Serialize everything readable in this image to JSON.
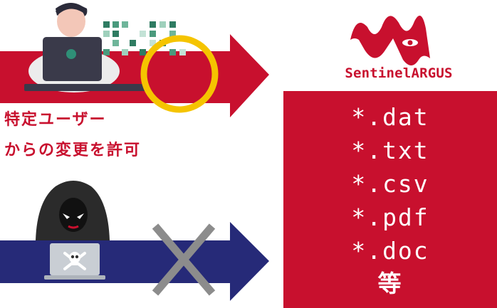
{
  "brand": {
    "name": "SentinelARGUS",
    "color": "#c8102e"
  },
  "caption": {
    "line1": "特定ユーザー",
    "line2": "からの変更を許可"
  },
  "extensions": [
    "*.dat",
    "*.txt",
    "*.csv",
    "*.pdf",
    "*.doc"
  ],
  "extensions_suffix": "等",
  "colors": {
    "allow_arrow": "#c8102e",
    "deny_arrow": "#262a78",
    "allow_mark": "#f5c400",
    "deny_mark": "#8c8c8c"
  },
  "icons": {
    "allow_mark": "circle-icon",
    "deny_mark": "cross-icon",
    "malware": "skull-crossbones-icon"
  }
}
